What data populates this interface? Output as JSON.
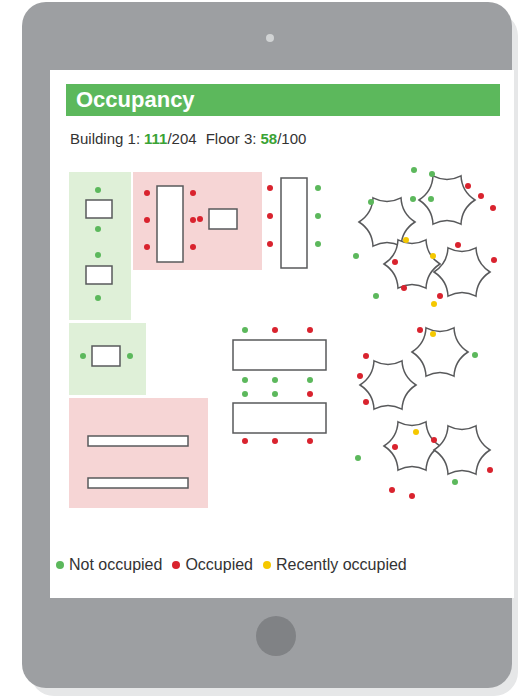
{
  "diagram": {
    "title": "Occupancy",
    "labels": [
      "Building 1:",
      "111",
      "/204",
      "Floor 3:",
      "58",
      "/100"
    ],
    "legend": [
      {
        "text": "Not occupied",
        "color": "#5cb85c"
      },
      {
        "text": "Occupied",
        "color": "#d9232e"
      },
      {
        "text": "Recently occupied",
        "color": "#f5c800"
      }
    ]
  }
}
